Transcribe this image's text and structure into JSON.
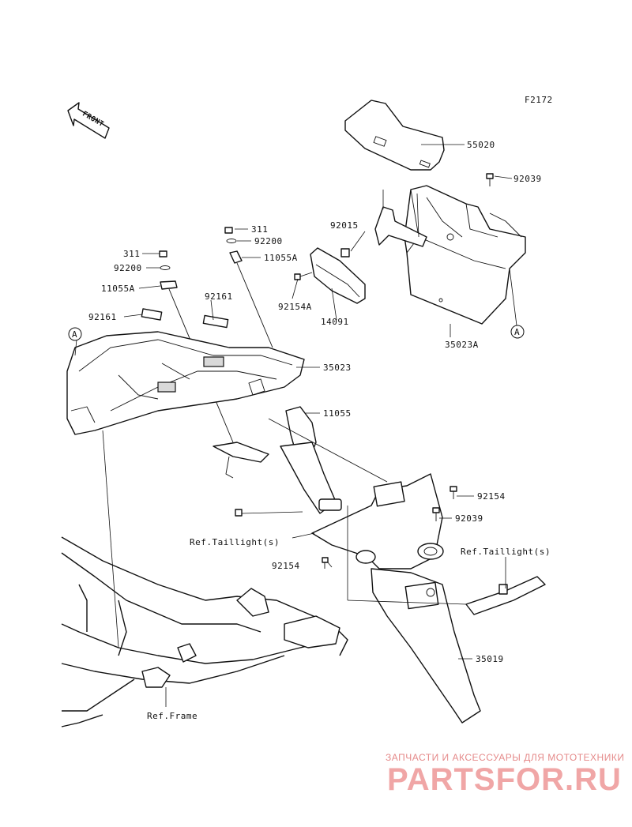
{
  "figure_code": "F2172",
  "front_label": "FRONT",
  "callout_letter": "A",
  "parts": {
    "p55020": "55020",
    "p92039_top": "92039",
    "p92015": "92015",
    "p311_a": "311",
    "p92200_a": "92200",
    "p11055A_a": "11055A",
    "p311_b": "311",
    "p92200_b": "92200",
    "p11055A_b": "11055A",
    "p92154A": "92154A",
    "p14091": "14091",
    "p92161_a": "92161",
    "p92161_b": "92161",
    "p35023": "35023",
    "p35023A": "35023A",
    "p11055": "11055",
    "p92154_right": "92154",
    "p92039_mid": "92039",
    "p92154_left": "92154",
    "p35019": "35019"
  },
  "refs": {
    "taillight_left": "Ref.Taillight(s)",
    "taillight_right": "Ref.Taillight(s)",
    "frame": "Ref.Frame"
  },
  "watermark": {
    "tagline": "ЗАПЧАСТИ И АКСЕССУАРЫ ДЛЯ МОТОТЕХНИКИ",
    "site": "PARTSFOR.RU"
  }
}
